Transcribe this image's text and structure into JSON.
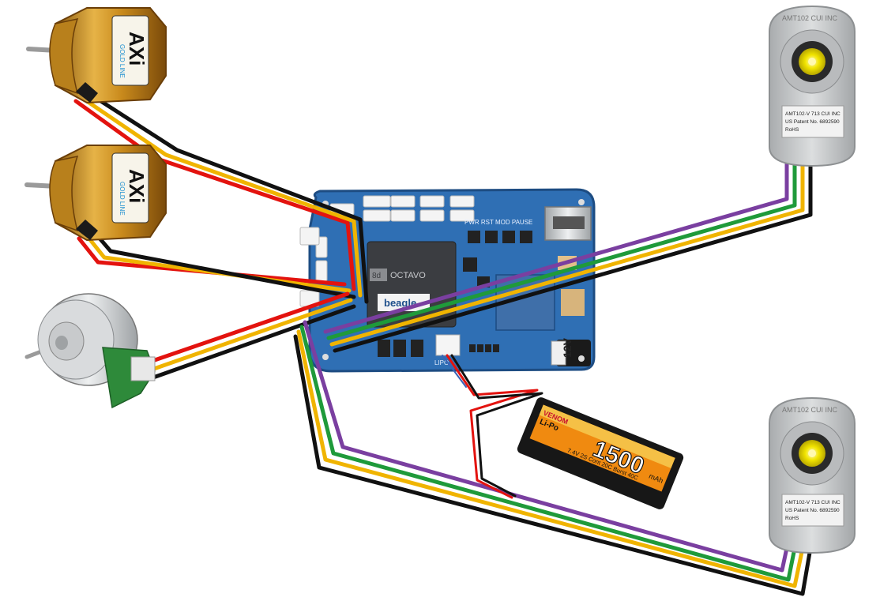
{
  "colors": {
    "red": "#e3130f",
    "yellow": "#f0b400",
    "black": "#111111",
    "purple": "#7a3fa0",
    "green": "#1f9a3a",
    "board": "#2f6fb4",
    "motor_gold": "#d29a2a",
    "encoder_silver": "#c4c6c8",
    "encoder_rotor": "#f2e500"
  },
  "motors": [
    {
      "label_main": "AXi",
      "label_sub": "GOLD LINE",
      "icon": "brushless-motor-icon"
    },
    {
      "label_main": "AXi",
      "label_sub": "GOLD LINE",
      "icon": "brushless-motor-icon"
    }
  ],
  "stepper": {
    "icon": "pancake-motor-icon"
  },
  "board": {
    "brand": "OCTAVO",
    "brand_small": "8d",
    "silk_top": "PWR RST MOD PAUSE",
    "silk_batt": "LIPO",
    "jack_label": "12V",
    "logo_text": "beagle"
  },
  "encoders": [
    {
      "model_line": "AMT102-V   713 CUI INC",
      "patent_line": "US Patent No. 6892590",
      "rohs": "RoHS",
      "rim_text": "AMT102   CUI INC"
    },
    {
      "model_line": "AMT102-V   713 CUI INC",
      "patent_line": "US Patent No. 6892590",
      "rohs": "RoHS",
      "rim_text": "AMT102   CUI INC"
    }
  ],
  "battery": {
    "capacity": "1500",
    "unit": "mAh",
    "chem": "Li-Po",
    "spec_line": "7.4V 2S Cont 20C Burst 40C",
    "brand": "VENOM"
  }
}
